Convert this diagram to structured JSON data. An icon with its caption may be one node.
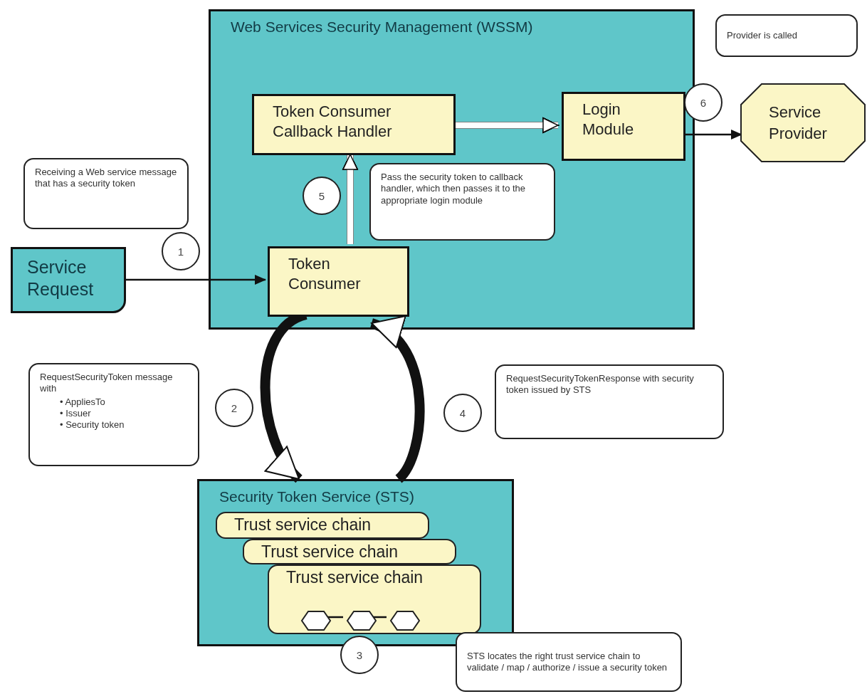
{
  "diagram": {
    "nodes": [
      {
        "text": [
          "Web Services Security Management (WSSM)"
        ]
      },
      {
        "text": [
          "Token Consumer Callback Handler"
        ],
        "in": 0
      },
      {
        "text": [
          "Login Module"
        ],
        "in": 0
      },
      {
        "text": [
          "Token Consumer"
        ],
        "in": 0
      },
      {
        "text": [
          "Pass the security token to callback handler, which then passes it to the appropriate login module"
        ],
        "in": 0
      },
      {
        "text": [
          "5"
        ],
        "in": 0
      },
      {
        "text": [
          "Provider is called"
        ]
      },
      {
        "text": [
          "6"
        ]
      },
      {
        "text": [
          "Service Provider"
        ]
      },
      {
        "text": [
          "Receiving a Web service message that has a security token"
        ]
      },
      {
        "text": [
          "1"
        ]
      },
      {
        "text": [
          "Service Request"
        ]
      },
      {
        "text": [
          "RequestSecurityToken message with",
          "• AppliesTo",
          "• Issuer",
          "• Security token"
        ]
      },
      {
        "text": [
          "2"
        ]
      },
      {
        "text": [
          "4"
        ]
      },
      {
        "text": [
          "RequestSecurityTokenResponse with security token issued by STS"
        ]
      },
      {
        "text": [
          "Security Token Service (STS)"
        ]
      },
      {
        "text": [
          "Trust service chain"
        ],
        "in": 16
      },
      {
        "text": [
          "Trust service chain"
        ],
        "in": 16
      },
      {
        "text": [
          "Trust service chain"
        ],
        "in": 16
      },
      {
        "text": [],
        "shape": "hexagon",
        "in": 19
      },
      {
        "text": [],
        "shape": "hexagon",
        "in": 19
      },
      {
        "text": [],
        "shape": "hexagon",
        "in": 19
      },
      {
        "text": [
          "3"
        ]
      },
      {
        "text": [
          "STS locates the right trust service chain to validate / map / authorize / issue a security token"
        ]
      }
    ],
    "edges": [
      {
        "from": 11,
        "to": 3,
        "arrow": "to"
      },
      {
        "from": 3,
        "to": 1,
        "arrow": "to",
        "style": "thick",
        "color": "#ffffff"
      },
      {
        "from": 1,
        "to": 2,
        "arrow": "to",
        "style": "thick",
        "color": "#ffffff"
      },
      {
        "from": 2,
        "to": 8,
        "arrow": "to"
      },
      {
        "from": 3,
        "to": 16,
        "arrow": "to",
        "style": "thick"
      },
      {
        "from": 16,
        "to": 3,
        "arrow": "to",
        "style": "thick"
      },
      {
        "from": 20,
        "to": 21,
        "arrow": "none"
      },
      {
        "from": 21,
        "to": 22,
        "arrow": "none"
      }
    ]
  }
}
